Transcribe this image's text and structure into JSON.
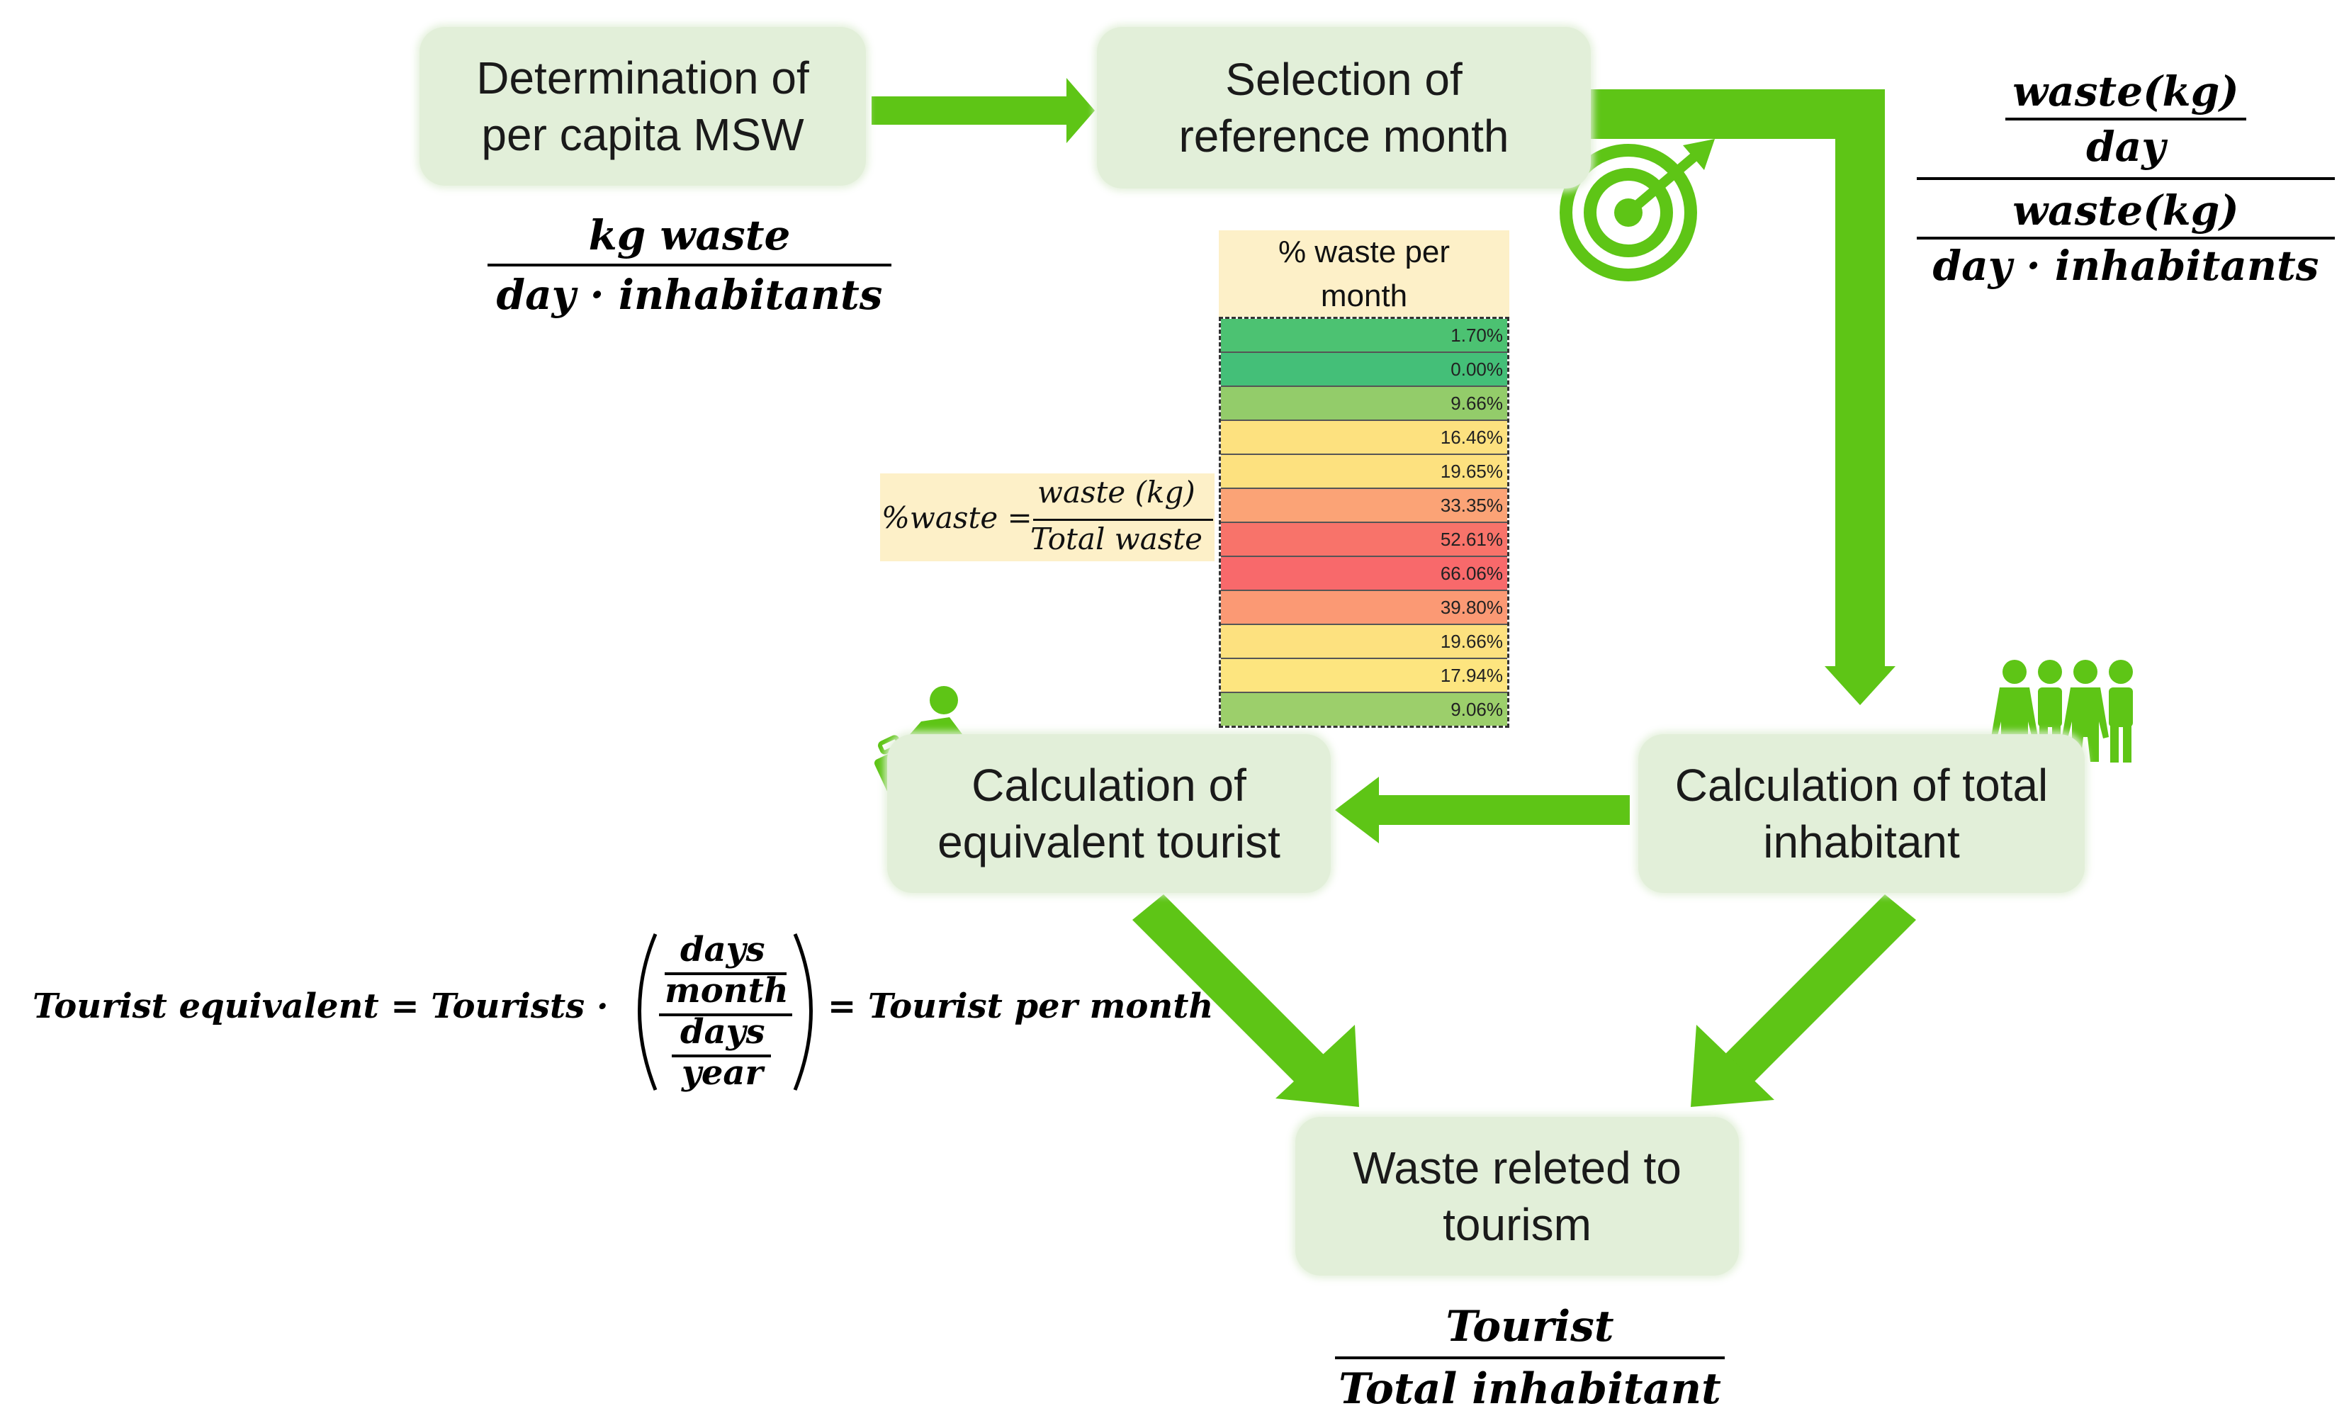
{
  "colors": {
    "arrow": "#5ec516",
    "box": "#e2efd9",
    "icon": "#5ec516",
    "formula_bg": "#fdf0c8"
  },
  "boxes": {
    "determination": "Determination of\nper capita MSW",
    "selection": "Selection of\nreference month",
    "total_inhabitant": "Calculation of total\ninhabitant",
    "equivalent_tourist": "Calculation of\nequivalent tourist",
    "waste_tourism": "Waste releted to\ntourism"
  },
  "formulas": {
    "per_capita": {
      "num": "kg waste",
      "den": "day · inhabitants"
    },
    "reference": {
      "top_num": "waste(kg)",
      "top_den": "day",
      "bot_num": "waste(kg)",
      "bot_den": "day · inhabitants"
    },
    "tourism": {
      "num": "Tourist",
      "den": "Total inhabitant"
    },
    "percent_waste": {
      "lhs": "%waste =",
      "num": "waste (kg)",
      "den": "Total waste"
    },
    "tourist_equivalent": {
      "lhs": "Tourist equivalent = Tourists ·",
      "inner_num_num": "days",
      "inner_num_den": "month",
      "inner_den_num": "days",
      "inner_den_den": "year",
      "rhs": "= Tourist per month"
    }
  },
  "table": {
    "header": "% waste per\nmonth",
    "rows": [
      {
        "value": "1.70%",
        "color": "#4cc272"
      },
      {
        "value": "0.00%",
        "color": "#44bf78"
      },
      {
        "value": "9.66%",
        "color": "#93cc6a"
      },
      {
        "value": "16.46%",
        "color": "#fde17f"
      },
      {
        "value": "19.65%",
        "color": "#fde17f"
      },
      {
        "value": "33.35%",
        "color": "#fba376"
      },
      {
        "value": "52.61%",
        "color": "#f8736a"
      },
      {
        "value": "66.06%",
        "color": "#f8696b"
      },
      {
        "value": "39.80%",
        "color": "#fb9974"
      },
      {
        "value": "19.66%",
        "color": "#fde17f"
      },
      {
        "value": "17.94%",
        "color": "#fde57f"
      },
      {
        "value": "9.06%",
        "color": "#9ccf6b"
      }
    ]
  },
  "icons": [
    "target-icon",
    "people-icon",
    "tourist-icon"
  ]
}
